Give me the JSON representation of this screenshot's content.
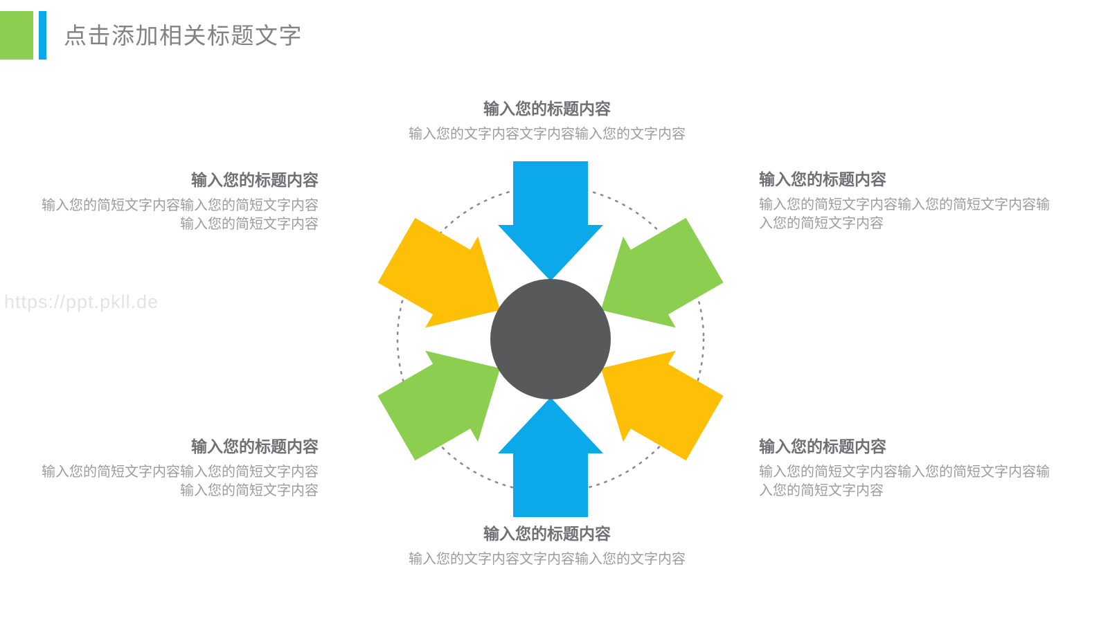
{
  "header": {
    "title": "点击添加相关标题文字",
    "green_block_color": "#8CCE50",
    "blue_bar_color": "#0BA8EA"
  },
  "watermark": {
    "text": "https://ppt.pkll.de"
  },
  "palette": {
    "blue": "#0BA8EA",
    "green": "#8CCE50",
    "yellow": "#FDC006",
    "center_circle": "#58595B",
    "dotted_circle": "#8A8C8E",
    "title_text": "#6E7073",
    "body_text": "#9A9C9F",
    "background": "#FFFFFF"
  },
  "diagram": {
    "name": "six-inward-arrows-cycle",
    "center_circle_label": "",
    "arrows": [
      {
        "id": "arrow-top",
        "angle_deg": 0,
        "color": "#0BA8EA",
        "direction": "down"
      },
      {
        "id": "arrow-upper-right",
        "angle_deg": 60,
        "color": "#8CCE50",
        "direction": "down-left"
      },
      {
        "id": "arrow-lower-right",
        "angle_deg": 120,
        "color": "#FDC006",
        "direction": "up-left"
      },
      {
        "id": "arrow-bottom",
        "angle_deg": 180,
        "color": "#0BA8EA",
        "direction": "up"
      },
      {
        "id": "arrow-lower-left",
        "angle_deg": 240,
        "color": "#8CCE50",
        "direction": "up-right"
      },
      {
        "id": "arrow-upper-left",
        "angle_deg": 300,
        "color": "#FDC006",
        "direction": "down-right"
      }
    ]
  },
  "callouts": [
    {
      "id": "callout-top",
      "position": "top",
      "align": "center",
      "title": "输入您的标题内容",
      "body": "输入您的文字内容文字内容输入您的文字内容"
    },
    {
      "id": "callout-right-top",
      "position": "right-top",
      "align": "left",
      "title": "输入您的标题内容",
      "body": "输入您的简短文字内容输入您的简短文字内容输入您的简短文字内容"
    },
    {
      "id": "callout-right-bottom",
      "position": "right-bottom",
      "align": "left",
      "title": "输入您的标题内容",
      "body": "输入您的简短文字内容输入您的简短文字内容输入您的简短文字内容"
    },
    {
      "id": "callout-bottom",
      "position": "bottom",
      "align": "center",
      "title": "输入您的标题内容",
      "body": "输入您的文字内容文字内容输入您的文字内容"
    },
    {
      "id": "callout-left-bottom",
      "position": "left-bottom",
      "align": "right",
      "title": "输入您的标题内容",
      "body": "输入您的简短文字内容输入您的简短文字内容输入您的简短文字内容"
    },
    {
      "id": "callout-left-top",
      "position": "left-top",
      "align": "right",
      "title": "输入您的标题内容",
      "body": "输入您的简短文字内容输入您的简短文字内容输入您的简短文字内容"
    }
  ]
}
